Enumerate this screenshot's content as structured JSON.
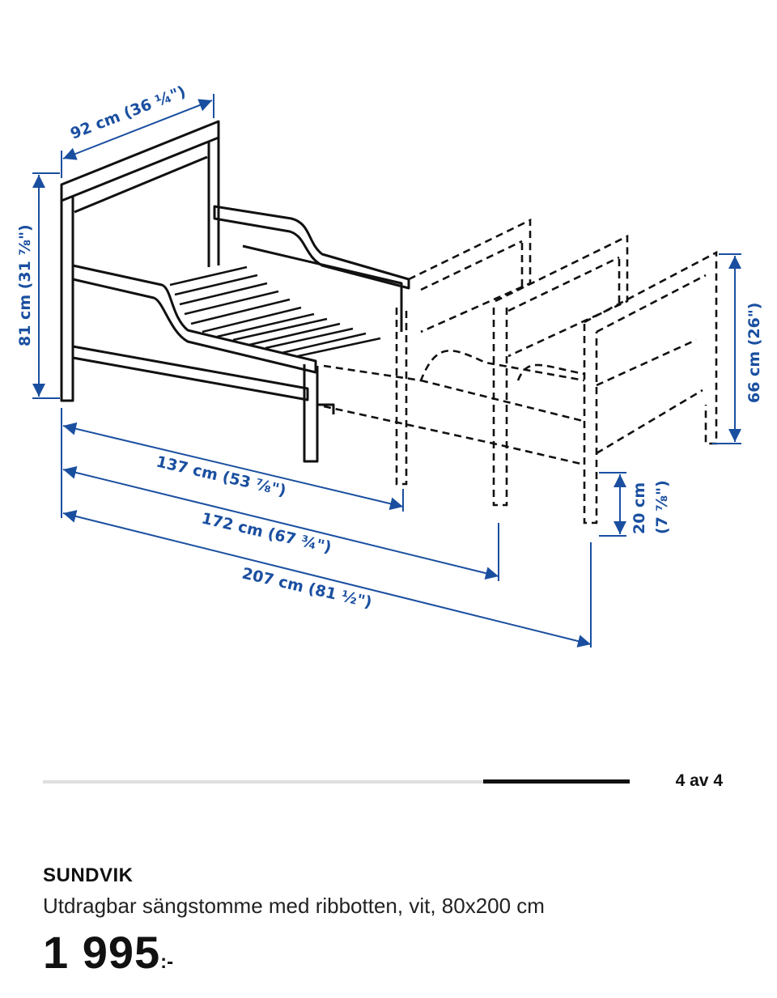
{
  "diagram": {
    "dimensions": {
      "width": "92 cm (36 ¼\")",
      "height": "81 cm (31 ⅞\")",
      "leg_height": "66 cm (26\")",
      "length_1": "137 cm (53 ⅞\")",
      "length_2": "172 cm (67 ¾\")",
      "length_3": "207 cm (81 ½\")",
      "clearance_a": "20 cm",
      "clearance_b": "(7 ⅞\")"
    }
  },
  "carousel": {
    "counter": "4 av 4",
    "current": 4,
    "total": 4
  },
  "product": {
    "name": "SUNDVIK",
    "description": "Utdragbar sängstomme med ribbotten, vit, 80x200 cm",
    "price": "1 995",
    "price_suffix": ":-"
  },
  "colors": {
    "dimension_blue": "#1a4fa0",
    "line_art": "#111111"
  }
}
